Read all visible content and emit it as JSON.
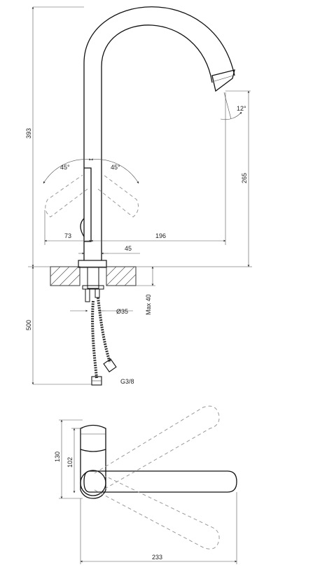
{
  "side_view": {
    "height_total": "393",
    "spout_height": "265",
    "spout_angle": "12°",
    "lever_angle_left": "45°",
    "lever_angle_right": "45°",
    "lever_offset": "73",
    "spout_reach": "196",
    "base_width": "45",
    "hole_diameter": "Ø35",
    "max_counter_thickness": "Max 40",
    "hose_length": "500",
    "thread": "G3/8"
  },
  "top_view": {
    "height_outer": "130",
    "height_inner": "102",
    "width": "233"
  }
}
